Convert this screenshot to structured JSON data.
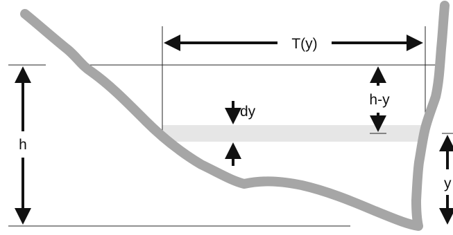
{
  "labels": {
    "top_width": "T(y)",
    "depth_total": "h",
    "depth_remaining": "h-y",
    "strip_thickness": "dy",
    "height_from_bottom": "y"
  },
  "colors": {
    "channel_outline": "#a6a6a6",
    "strip_fill": "#e6e6e6",
    "ink": "#111111"
  }
}
